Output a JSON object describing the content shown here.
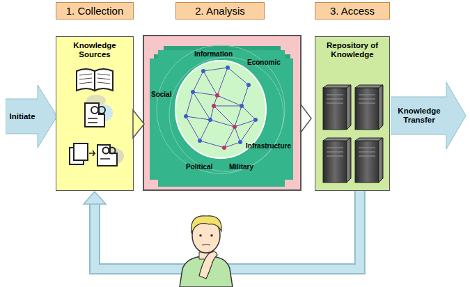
{
  "diagram": {
    "nodes": [
      {
        "text": [
          "Initiate"
        ]
      },
      {
        "text": [
          "1. Collection"
        ]
      },
      {
        "text": [
          "Knowledge Sources"
        ]
      },
      {
        "text": [
          "2. Analysis"
        ]
      },
      {
        "text": [
          "Information",
          "Economic",
          "Social",
          "Infrastructure",
          "Military",
          "Political"
        ]
      },
      {
        "text": [
          "3. Access"
        ]
      },
      {
        "text": [
          "Repository of Knowledge"
        ]
      },
      {
        "text": [
          "Knowledge Transfer"
        ]
      }
    ],
    "edges": [
      {
        "from": 6,
        "to": 2,
        "arrow": "to"
      }
    ]
  }
}
